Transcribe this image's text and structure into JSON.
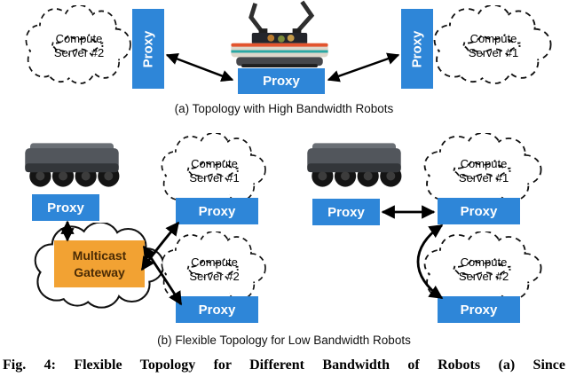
{
  "colors": {
    "proxy_blue": "#2E86D8",
    "gateway_orange": "#F2A233",
    "gateway_text": "#4A2B05",
    "outline_black": "#111111"
  },
  "icons": {
    "cloud": "dashed-cloud-outline",
    "solid_cloud": "solid-cloud-outline",
    "arrow": "double-headed-arrow",
    "robot_a": "manipulator-robot-photo",
    "robot_b": "wheeled-rover-photo"
  },
  "panel_a": {
    "caption": "(a) Topology with High Bandwidth Robots",
    "left_cloud": {
      "line1": "Compute",
      "line2": "Server #2"
    },
    "right_cloud": {
      "line1": "Compute",
      "line2": "Server #1"
    },
    "left_proxy": "Proxy",
    "center_proxy": "Proxy",
    "right_proxy": "Proxy"
  },
  "panel_b": {
    "caption": "(b) Flexible Topology for Low Bandwidth Robots",
    "left_group": {
      "robot_proxy": "Proxy",
      "gateway_line1": "Multicast",
      "gateway_line2": "Gateway",
      "cloud1": {
        "line1": "Compute",
        "line2": "Server #1"
      },
      "cloud1_proxy": "Proxy",
      "cloud2": {
        "line1": "Compute",
        "line2": "Server #2"
      },
      "cloud2_proxy": "Proxy"
    },
    "right_group": {
      "robot_proxy": "Proxy",
      "cloud1": {
        "line1": "Compute",
        "line2": "Server #1"
      },
      "cloud1_proxy": "Proxy",
      "cloud2": {
        "line1": "Compute",
        "line2": "Server #2"
      },
      "cloud2_proxy": "Proxy"
    }
  },
  "figure_caption": "Fig. 4: Flexible Topology for Different Bandwidth of Robots (a) Since"
}
